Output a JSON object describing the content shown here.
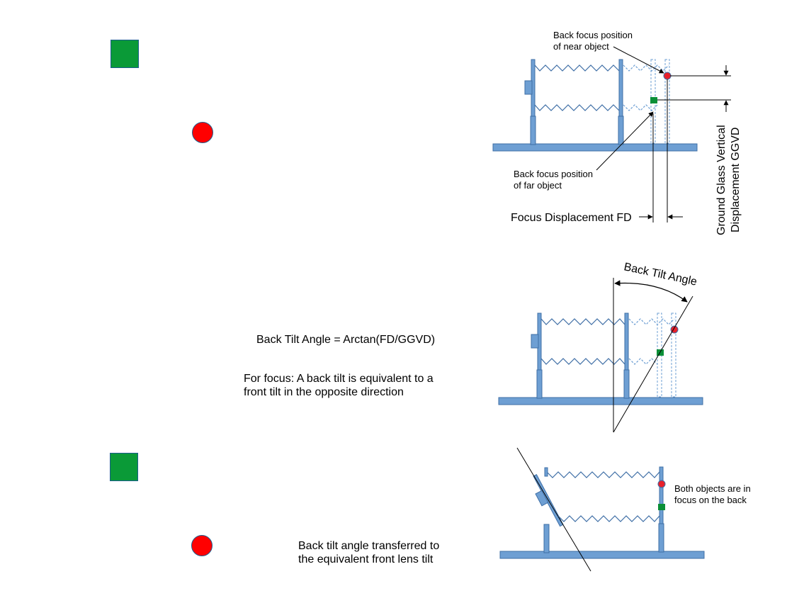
{
  "labels": {
    "near_object_line1": "Back focus position",
    "near_object_line2": "of near object",
    "far_object_line1": "Back focus position",
    "far_object_line2": "of far object",
    "focus_displacement": "Focus Displacement FD",
    "ggvd_line1": "Ground Glass Vertical",
    "ggvd_line2": "Displacement GGVD",
    "back_tilt_angle": "Back Tilt Angle",
    "formula": "Back Tilt Angle = Arctan(FD/GGVD)",
    "focus_note_line1": "For focus:  A back tilt is equivalent to a",
    "focus_note_line2": "front tilt in the opposite direction",
    "both_in_focus_line1": "Both objects are in",
    "both_in_focus_line2": "focus on the back",
    "transferred_line1": "Back tilt angle transferred to",
    "transferred_line2": "the equivalent front lens tilt"
  },
  "colors": {
    "camera_fill": "#6e9fd3",
    "camera_stroke": "#3f6fa6",
    "near_object": "#e8202a",
    "far_object": "#0a8f37",
    "marker_square": "#0a9a37",
    "marker_circle": "#ff0000"
  }
}
